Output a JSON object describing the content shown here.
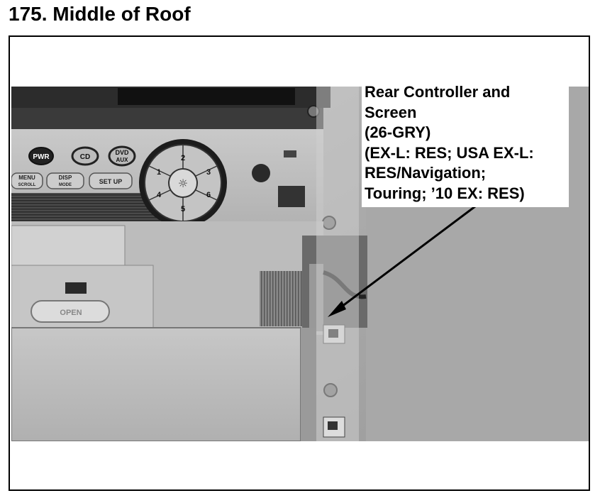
{
  "page": {
    "title": "175. Middle of Roof"
  },
  "callout": {
    "lines": [
      "Rear Controller and",
      "Screen",
      "(26-GRY)",
      "(EX-L: RES; USA EX-L:",
      "RES/Navigation;",
      "Touring; ’10 EX: RES)"
    ]
  },
  "photo": {
    "buttons": {
      "pwr": "PWR",
      "cd": "CD",
      "dvd": "DVD",
      "aux": "AUX",
      "menu": "MENU",
      "scroll": "SCROLL",
      "disp": "DISP",
      "mode": "MODE",
      "setup": "SET UP",
      "open": "OPEN"
    },
    "dial": {
      "n1": "1",
      "n2": "2",
      "n3": "3",
      "n4": "4",
      "n5": "5",
      "n6": "6",
      "center": "☼"
    }
  }
}
